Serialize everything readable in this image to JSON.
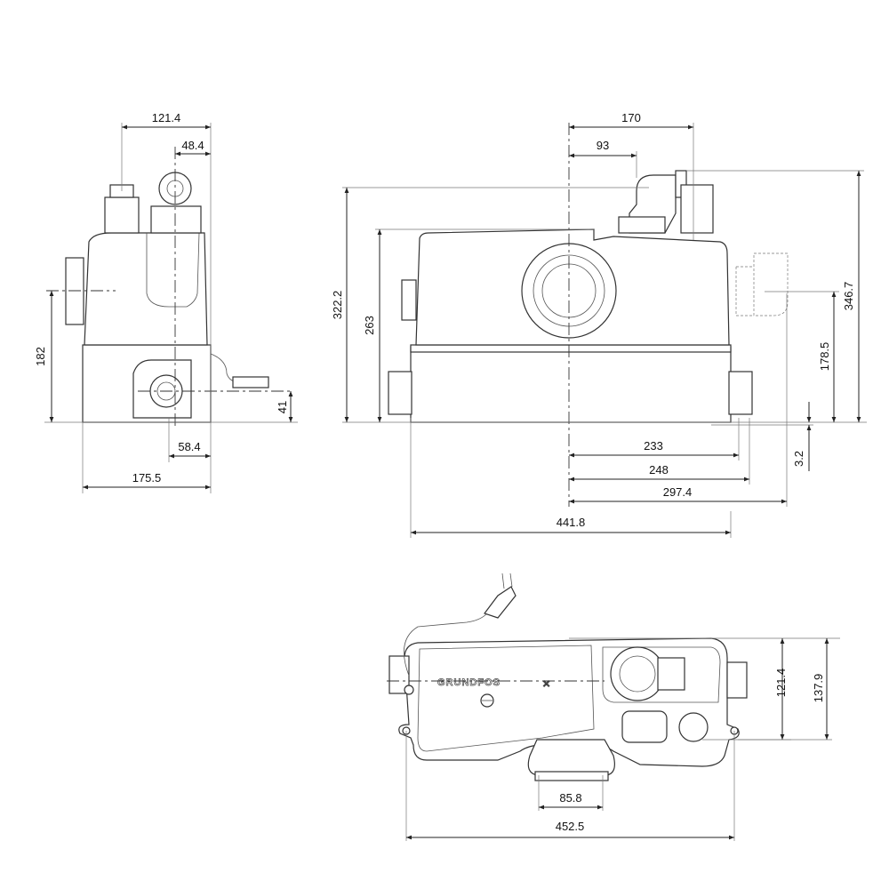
{
  "brand": "GRUNDFOS",
  "side_view": {
    "dims": {
      "outlet_top_width": "121.4",
      "outlet_offset": "48.4",
      "side_inlet_height": "182",
      "cable_height": "41",
      "bottom_inlet_offset": "58.4",
      "depth": "175.5"
    }
  },
  "front_view": {
    "dims": {
      "outlet_170": "170",
      "outlet_93": "93",
      "height_322": "322.2",
      "height_263": "263",
      "height_346": "346.7",
      "inlet_height_178": "178.5",
      "foot_3_2": "3.2",
      "width_233": "233",
      "width_248": "248",
      "width_297": "297.4",
      "width_441": "441.8"
    }
  },
  "top_view": {
    "dims": {
      "depth_121": "121.4",
      "depth_137": "137.9",
      "inlet_85": "85.8",
      "width_452": "452.5"
    }
  }
}
